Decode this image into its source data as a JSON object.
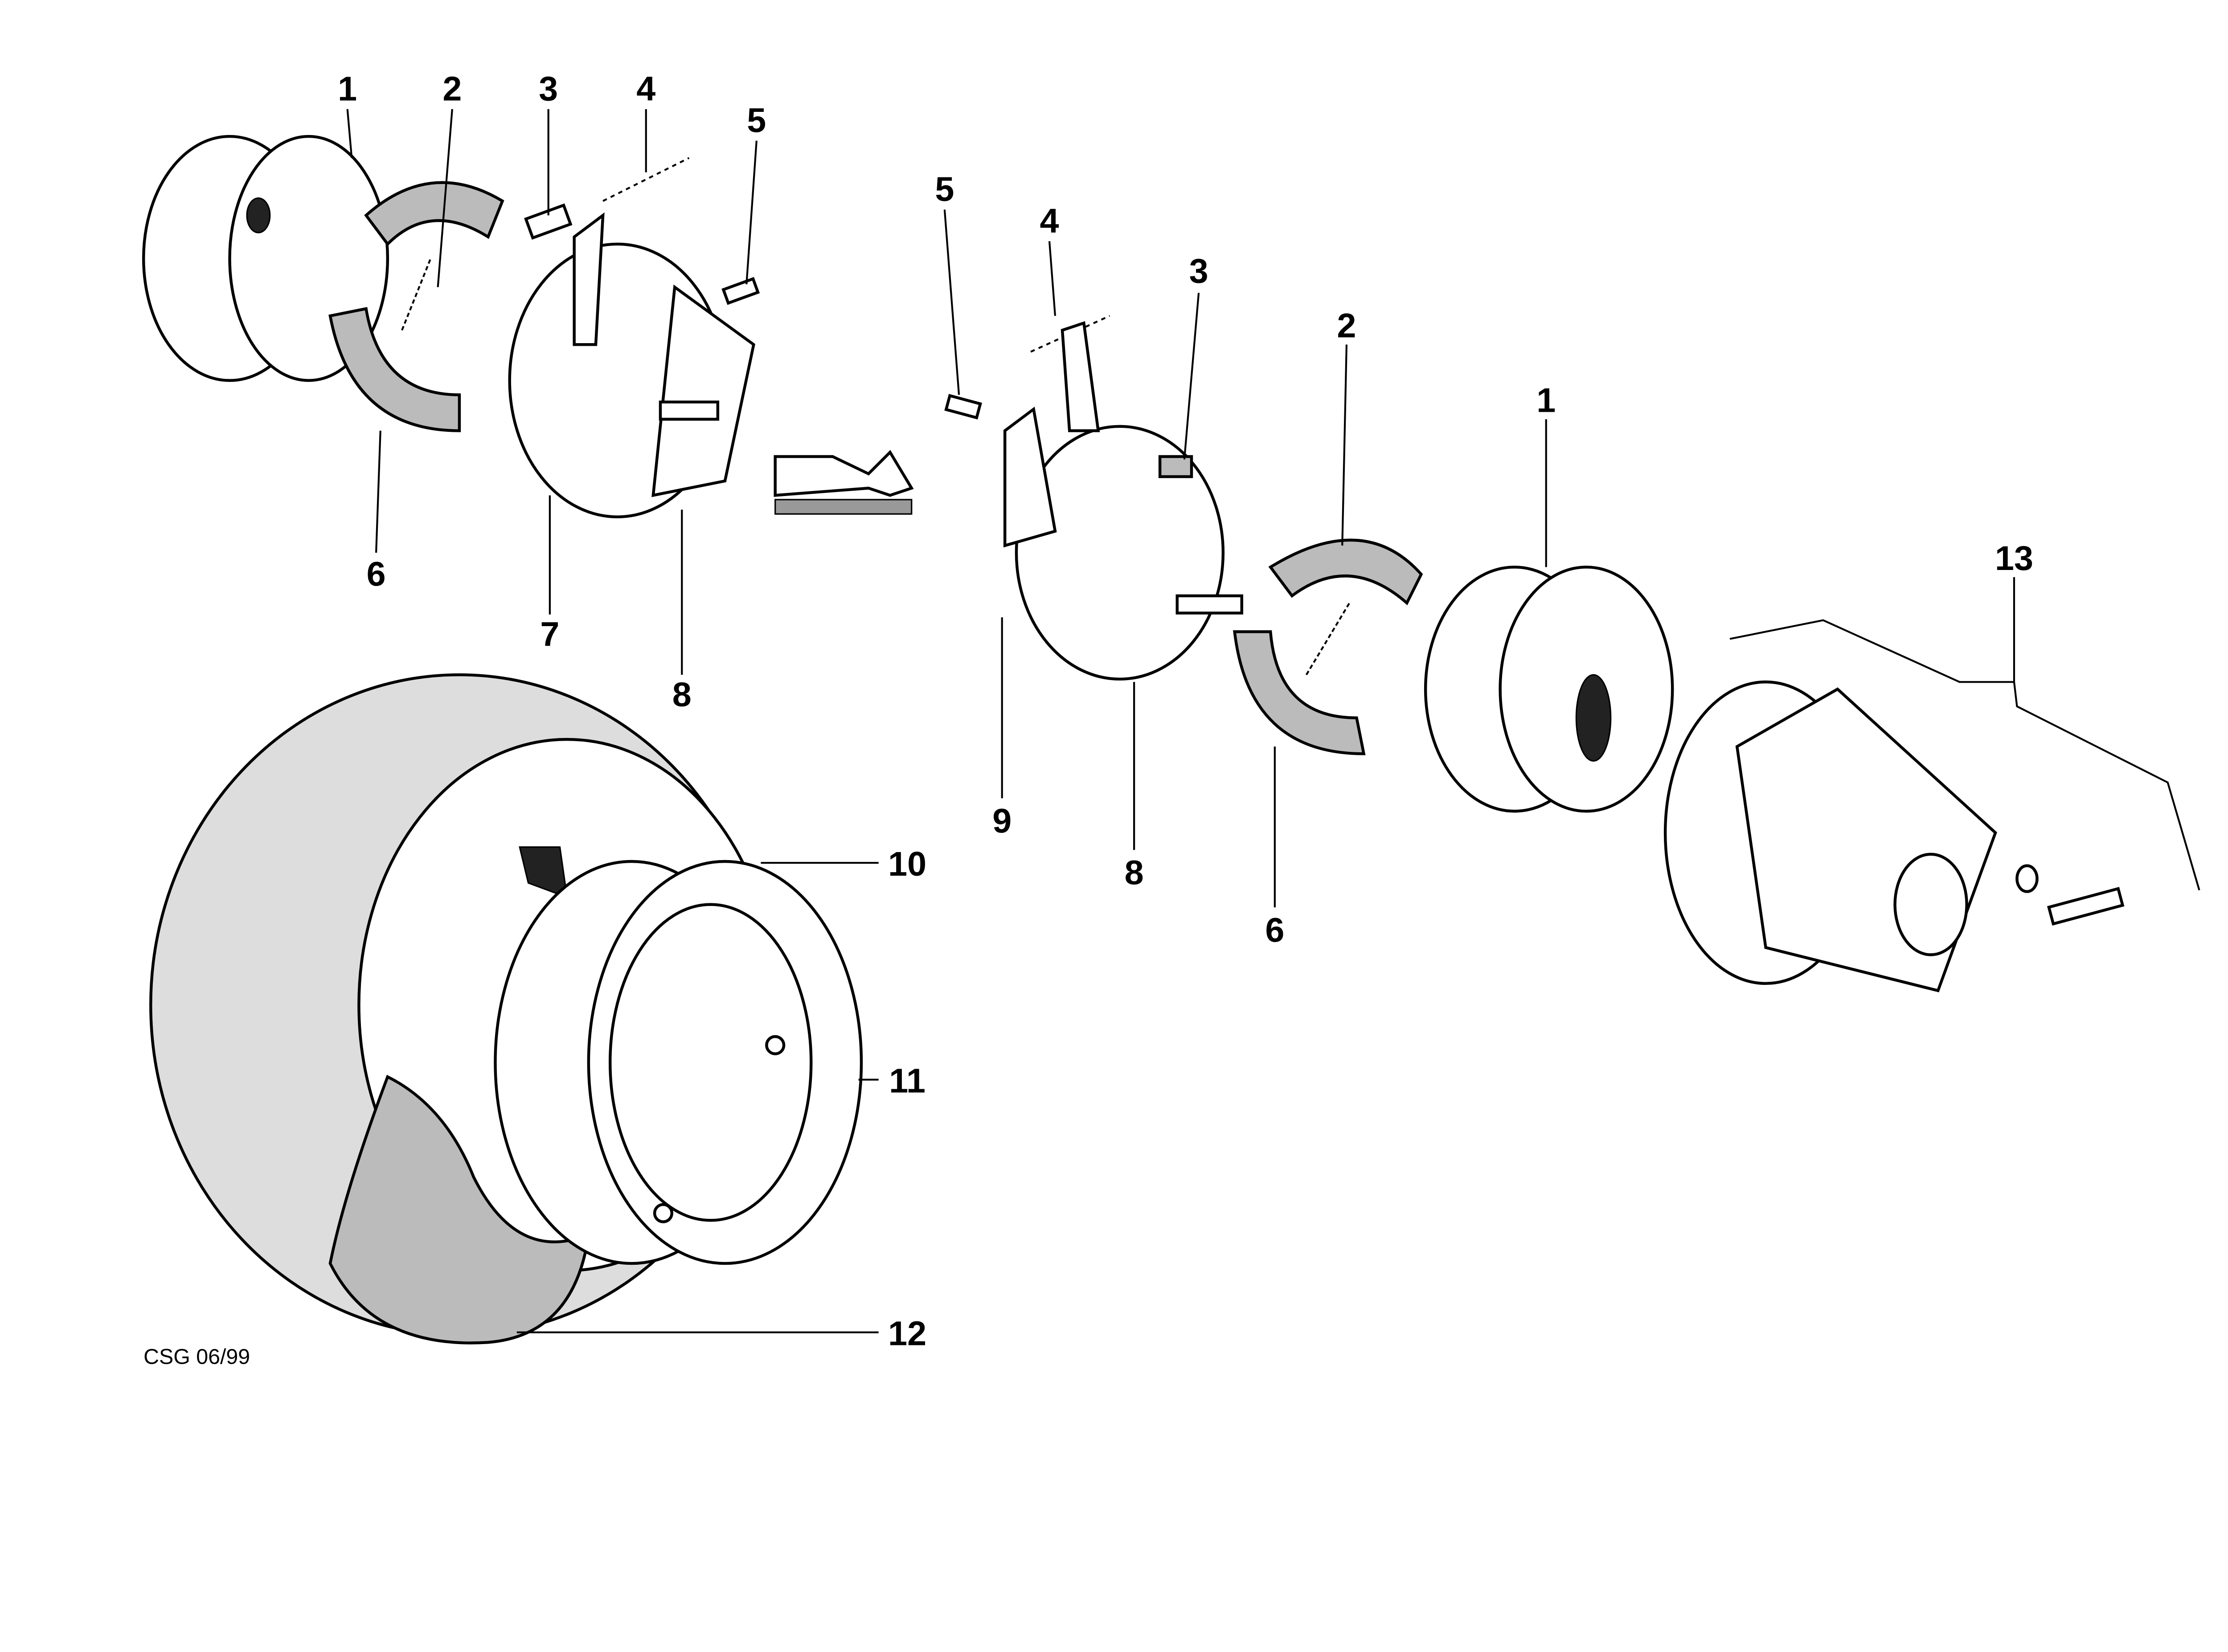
{
  "diagram": {
    "type": "exploded parts diagram",
    "left_assembly_labels": [
      "1",
      "2",
      "3",
      "4",
      "5",
      "6",
      "7",
      "8"
    ],
    "right_assembly_labels": [
      "5",
      "4",
      "3",
      "2",
      "1",
      "13",
      "9",
      "8",
      "6"
    ],
    "wheel_labels": [
      "10",
      "11",
      "12"
    ],
    "footer": "CSG 06/99"
  }
}
